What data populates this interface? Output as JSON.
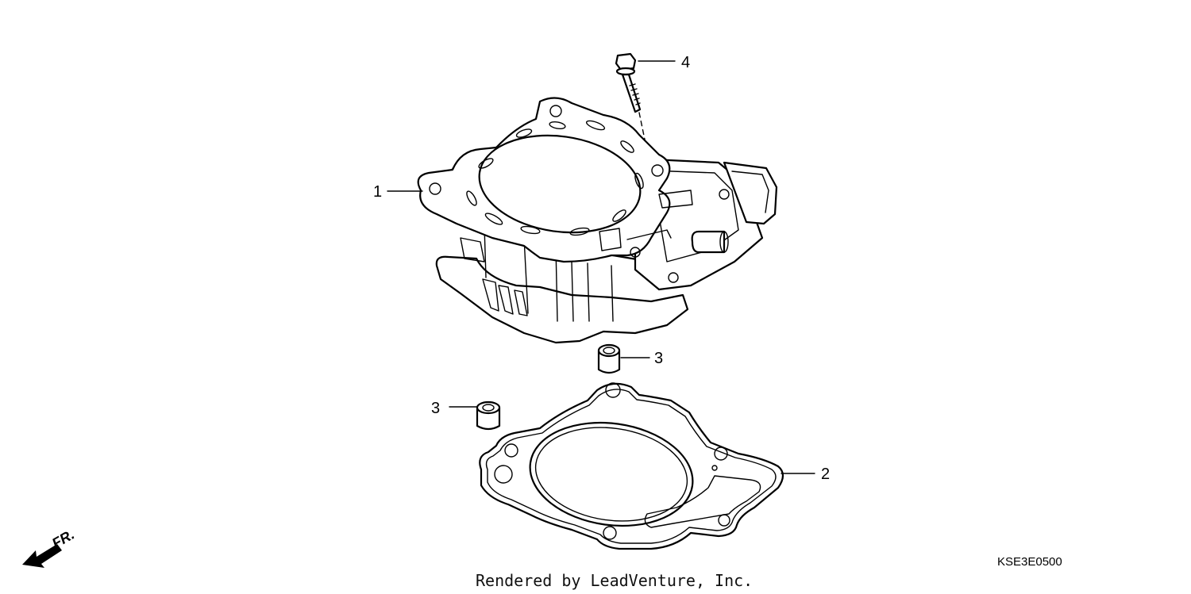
{
  "callouts": {
    "cylinder": "1",
    "gasket": "2",
    "dowel_upper": "3",
    "dowel_lower": "3",
    "bolt": "4"
  },
  "diagram_code": "KSE3E0500",
  "footer_text": "Rendered by LeadVenture, Inc.",
  "front_marker": "FR."
}
